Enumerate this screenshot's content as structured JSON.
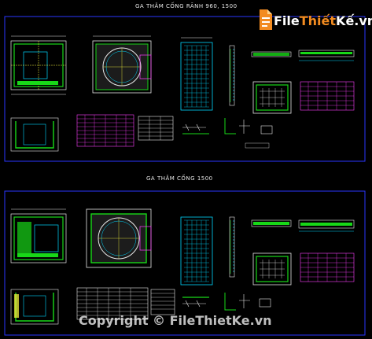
{
  "sheets": [
    {
      "title": "GA THĂM CỐNG RÃNH 960, 1500"
    },
    {
      "title": "GA THĂM CỐNG 1500"
    }
  ],
  "watermark": {
    "logo_prefix": "File",
    "logo_main": "Thiết",
    "logo_suffix": "Kế.vn",
    "copyright": "Copyright © FileThietKe.vn"
  },
  "colors": {
    "background": "#000000",
    "frame": "#2a36ff",
    "cyan": "#00d8ff",
    "green": "#18d818",
    "magenta": "#ff40ff",
    "white": "#e8e8e8",
    "yellow": "#ffff40",
    "red": "#ff3030",
    "logo_orange": "#f28b20"
  }
}
